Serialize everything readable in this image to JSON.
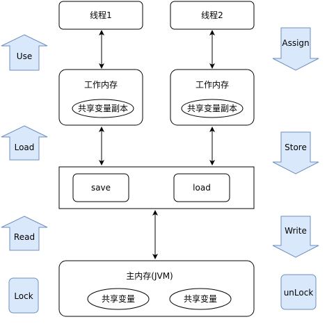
{
  "diagram": {
    "thread1": "线程1",
    "thread2": "线程2",
    "work_mem_1": "工作内存",
    "work_mem_2": "工作内存",
    "copy_1": "共享变量副本",
    "copy_2": "共享变量副本",
    "save": "save",
    "load": "load",
    "main_mem": "主内存(JVM)",
    "shared_1": "共享变量",
    "shared_2": "共享变量",
    "left_ops": {
      "use": "Use",
      "load": "Load",
      "read": "Read",
      "lock": "Lock"
    },
    "right_ops": {
      "assign": "Assign",
      "store": "Store",
      "write": "Write",
      "unlock": "unLock"
    }
  },
  "colors": {
    "op_fill": "#dae8fc",
    "op_stroke": "#6c8ebf",
    "line": "#000000"
  }
}
